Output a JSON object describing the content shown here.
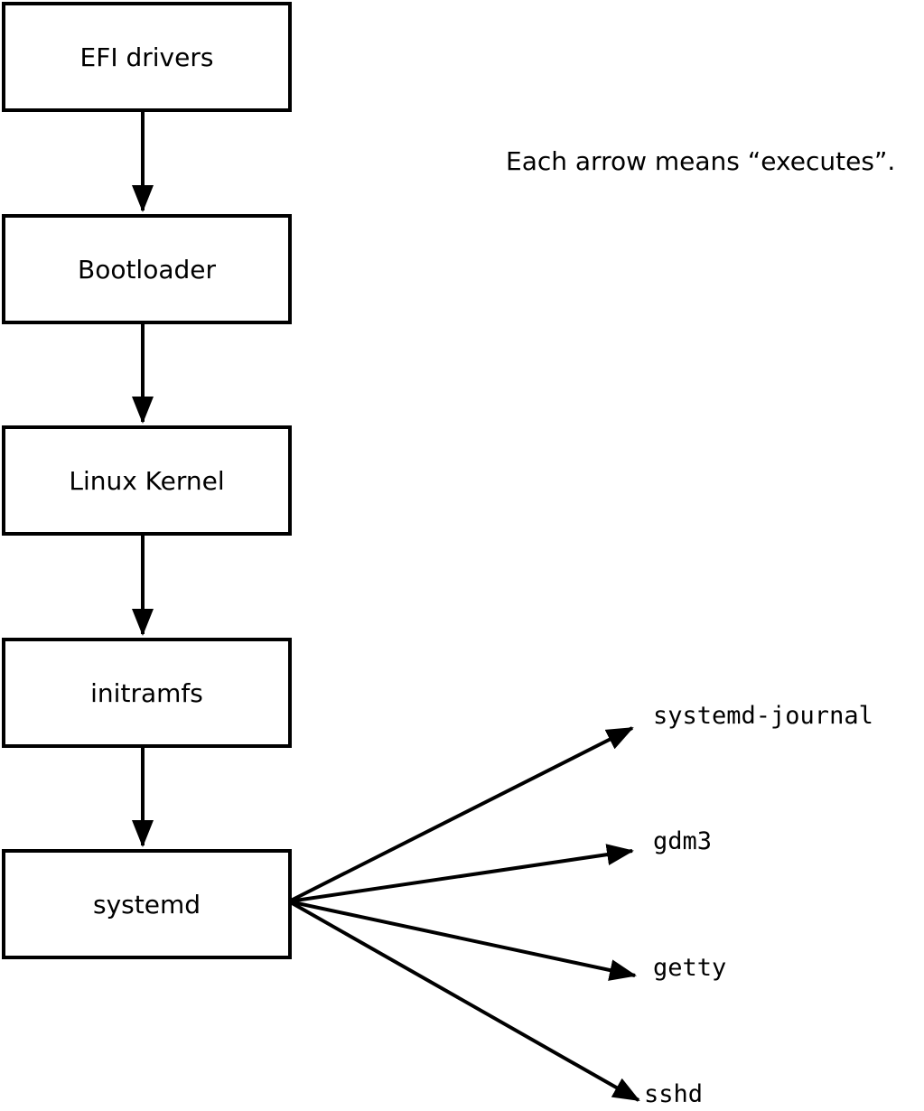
{
  "note": "Each arrow means “executes”.",
  "chain": [
    {
      "label": "EFI drivers"
    },
    {
      "label": "Bootloader"
    },
    {
      "label": "Linux Kernel"
    },
    {
      "label": "initramfs"
    },
    {
      "label": "systemd"
    }
  ],
  "targets": [
    {
      "label": "systemd-journal"
    },
    {
      "label": "gdm3"
    },
    {
      "label": "getty"
    },
    {
      "label": "sshd"
    }
  ],
  "arrows": {
    "meaning": "executes",
    "chain_arrows": [
      {
        "from": "EFI drivers",
        "to": "Bootloader"
      },
      {
        "from": "Bootloader",
        "to": "Linux Kernel"
      },
      {
        "from": "Linux Kernel",
        "to": "initramfs"
      },
      {
        "from": "initramfs",
        "to": "systemd"
      },
      {
        "from": "systemd",
        "to": "systemd-journal"
      },
      {
        "from": "systemd",
        "to": "gdm3"
      },
      {
        "from": "systemd",
        "to": "getty"
      },
      {
        "from": "systemd",
        "to": "sshd"
      }
    ]
  },
  "colors": {
    "line": "#000000",
    "box_background": "#ffffff",
    "text": "#000000"
  }
}
